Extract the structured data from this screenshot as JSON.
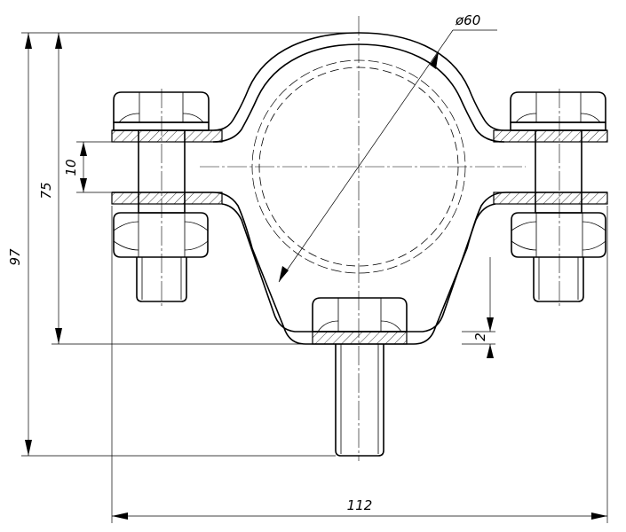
{
  "dimensions": {
    "overall_height": "97",
    "clamp_height": "75",
    "plate_gap": "10",
    "pipe_diameter": "ø60",
    "bottom_gap": "2",
    "overall_width": "112"
  }
}
